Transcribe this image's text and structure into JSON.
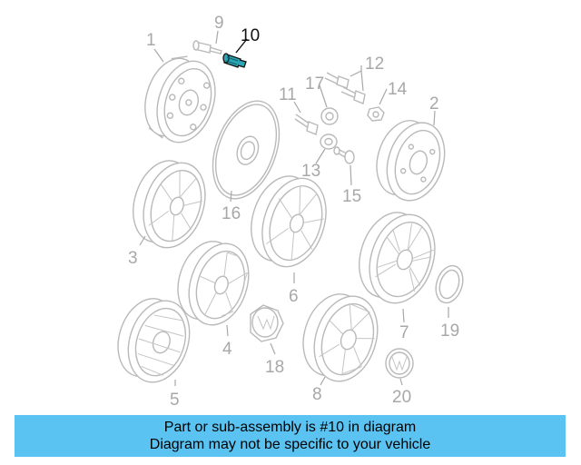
{
  "diagram": {
    "highlighted_part": "10",
    "highlight_color": "#2aa6b5",
    "callouts": {
      "c1": "1",
      "c2": "2",
      "c3": "3",
      "c4": "4",
      "c5": "5",
      "c6": "6",
      "c7": "7",
      "c8": "8",
      "c9": "9",
      "c10": "10",
      "c11": "11",
      "c12": "12",
      "c13": "13",
      "c14": "14",
      "c15": "15",
      "c16": "16",
      "c17": "17",
      "c18": "18",
      "c19": "19",
      "c20": "20"
    }
  },
  "banner": {
    "line1": "Part or sub-assembly is #10 in diagram",
    "line2": "Diagram may not be specific to your vehicle",
    "background": "#5bc3f1"
  }
}
